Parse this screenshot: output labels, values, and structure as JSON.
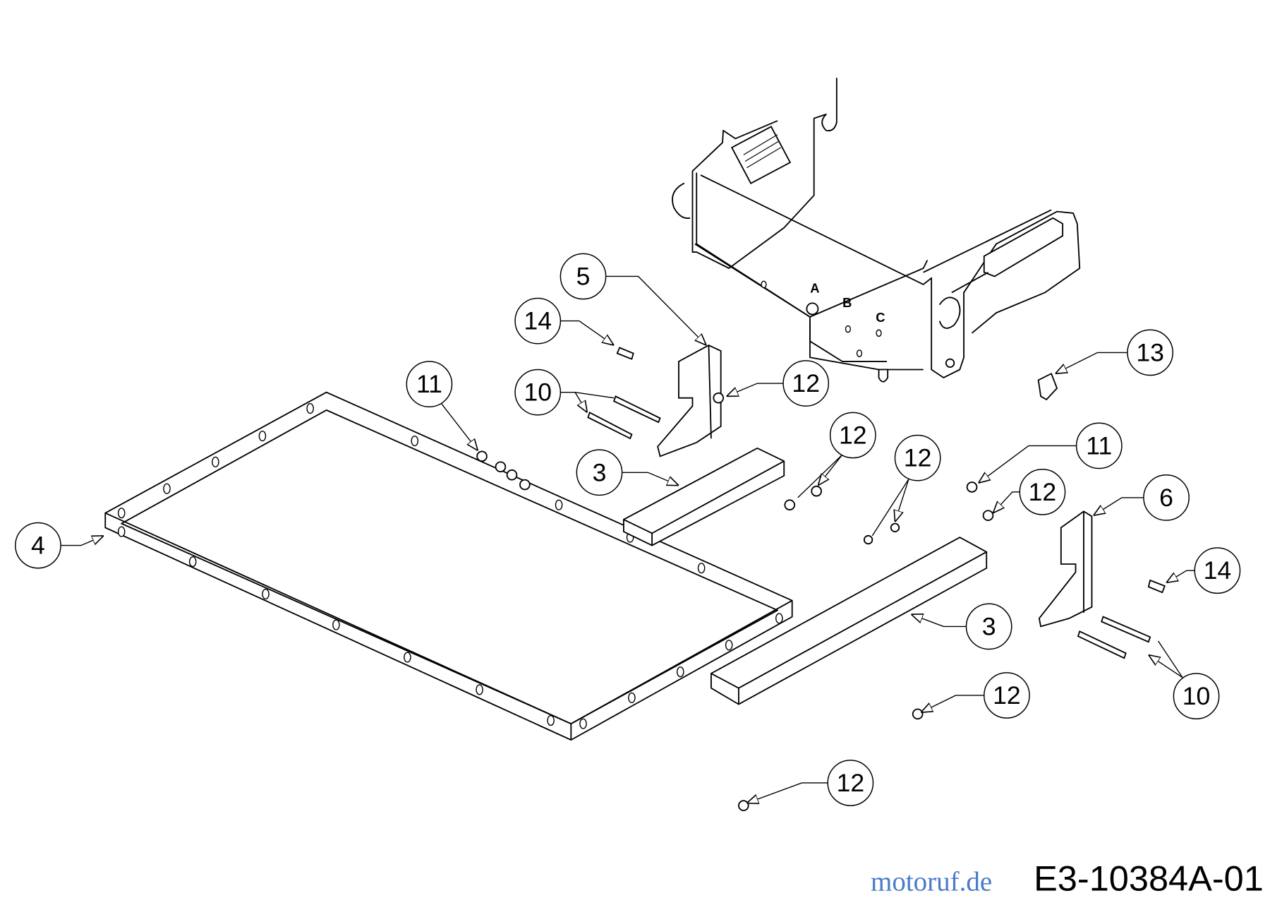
{
  "diagram": {
    "figure_id": "E3-10384A-01",
    "watermark": "motoruf.de",
    "position_letters": [
      "A",
      "B",
      "C"
    ],
    "callouts": [
      "5",
      "14",
      "10",
      "11",
      "12",
      "13",
      "12",
      "12",
      "11",
      "12",
      "6",
      "3",
      "4",
      "14",
      "3",
      "10",
      "12",
      "12"
    ]
  }
}
